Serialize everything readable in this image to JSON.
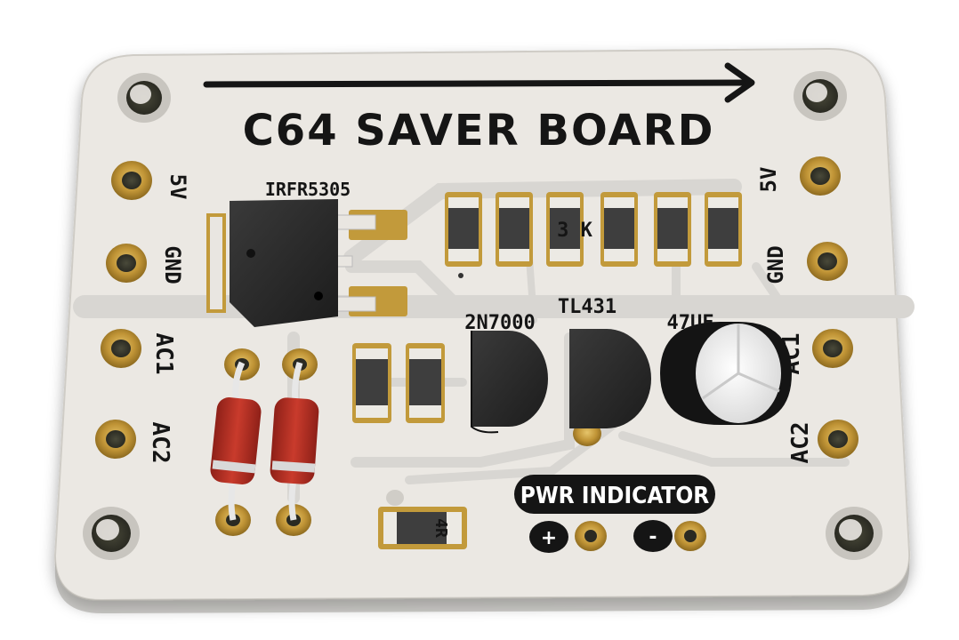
{
  "board": {
    "title": "C64 SAVER BOARD",
    "colors": {
      "board": "#ebe8e3",
      "copper": "#c29a3b",
      "mask_trace": "#d8d6d2",
      "silk": "#151515"
    }
  },
  "pins_left": [
    {
      "label": "5V"
    },
    {
      "label": "GND"
    },
    {
      "label": "AC1"
    },
    {
      "label": "AC2"
    }
  ],
  "pins_right": [
    {
      "label": "5V"
    },
    {
      "label": "GND"
    },
    {
      "label": "AC1"
    },
    {
      "label": "AC2"
    }
  ],
  "components": {
    "mosfet": "IRFR5305",
    "transistor": "2N7000",
    "regulator": "TL431",
    "capacitor": "47UF",
    "resistor_label": "3 K",
    "bottom_resistor": "4R"
  },
  "indicator": {
    "label": "PWR INDICATOR",
    "plus": "+",
    "minus": "-"
  },
  "icons": [
    "arrow-right-icon",
    "mounting-hole-icon"
  ]
}
